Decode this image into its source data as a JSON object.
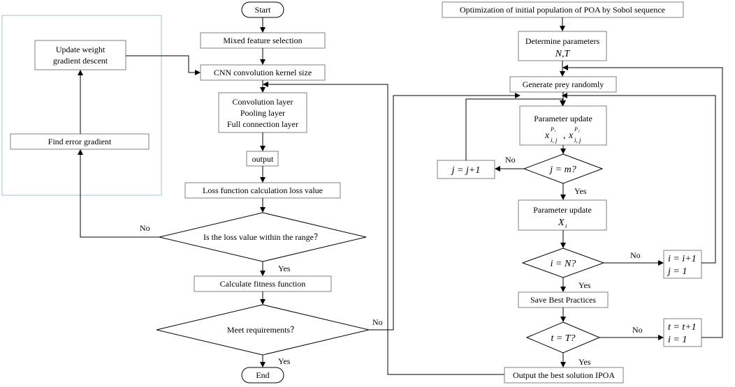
{
  "nodes": {
    "start": "Start",
    "mixed": "Mixed feature selection",
    "cnn_kernel": "CNN convolution kernel size",
    "layers": [
      "Convolution layer",
      "Pooling layer",
      "Full connection layer"
    ],
    "output": "output",
    "loss_calc": "Loss function calculation loss value",
    "loss_check": "Is the loss value within the range？",
    "fitness": "Calculate fitness function",
    "meet_req": "Meet requirements？",
    "end": "End",
    "update_weight": [
      "Update weight",
      "gradient descent"
    ],
    "find_error": "Find error gradient",
    "sobol": "Optimization of initial population of POA by Sobol sequence",
    "determine": "Determine parameters",
    "determine_vars": "N,T",
    "prey": "Generate prey randomly",
    "param_update_1": "Parameter update",
    "param_update_1_vars": "x",
    "j_check": "j = m?",
    "j_inc": "j = j+1",
    "param_update_2": "Parameter update",
    "param_update_2_vars": "X",
    "i_check": "i = N?",
    "i_inc": [
      "i = i+1",
      "j = 1"
    ],
    "save_best": "Save Best Practices",
    "t_check": "t = T?",
    "t_inc": [
      "t = t+1",
      "i = 1"
    ],
    "output_best": "Output the best solution IPOA"
  },
  "edge_labels": {
    "yes": "Yes",
    "no": "No"
  },
  "colors": {
    "box_border": "#7f7f7f",
    "panel_border": "#9dc3d8",
    "line": "#000000"
  }
}
